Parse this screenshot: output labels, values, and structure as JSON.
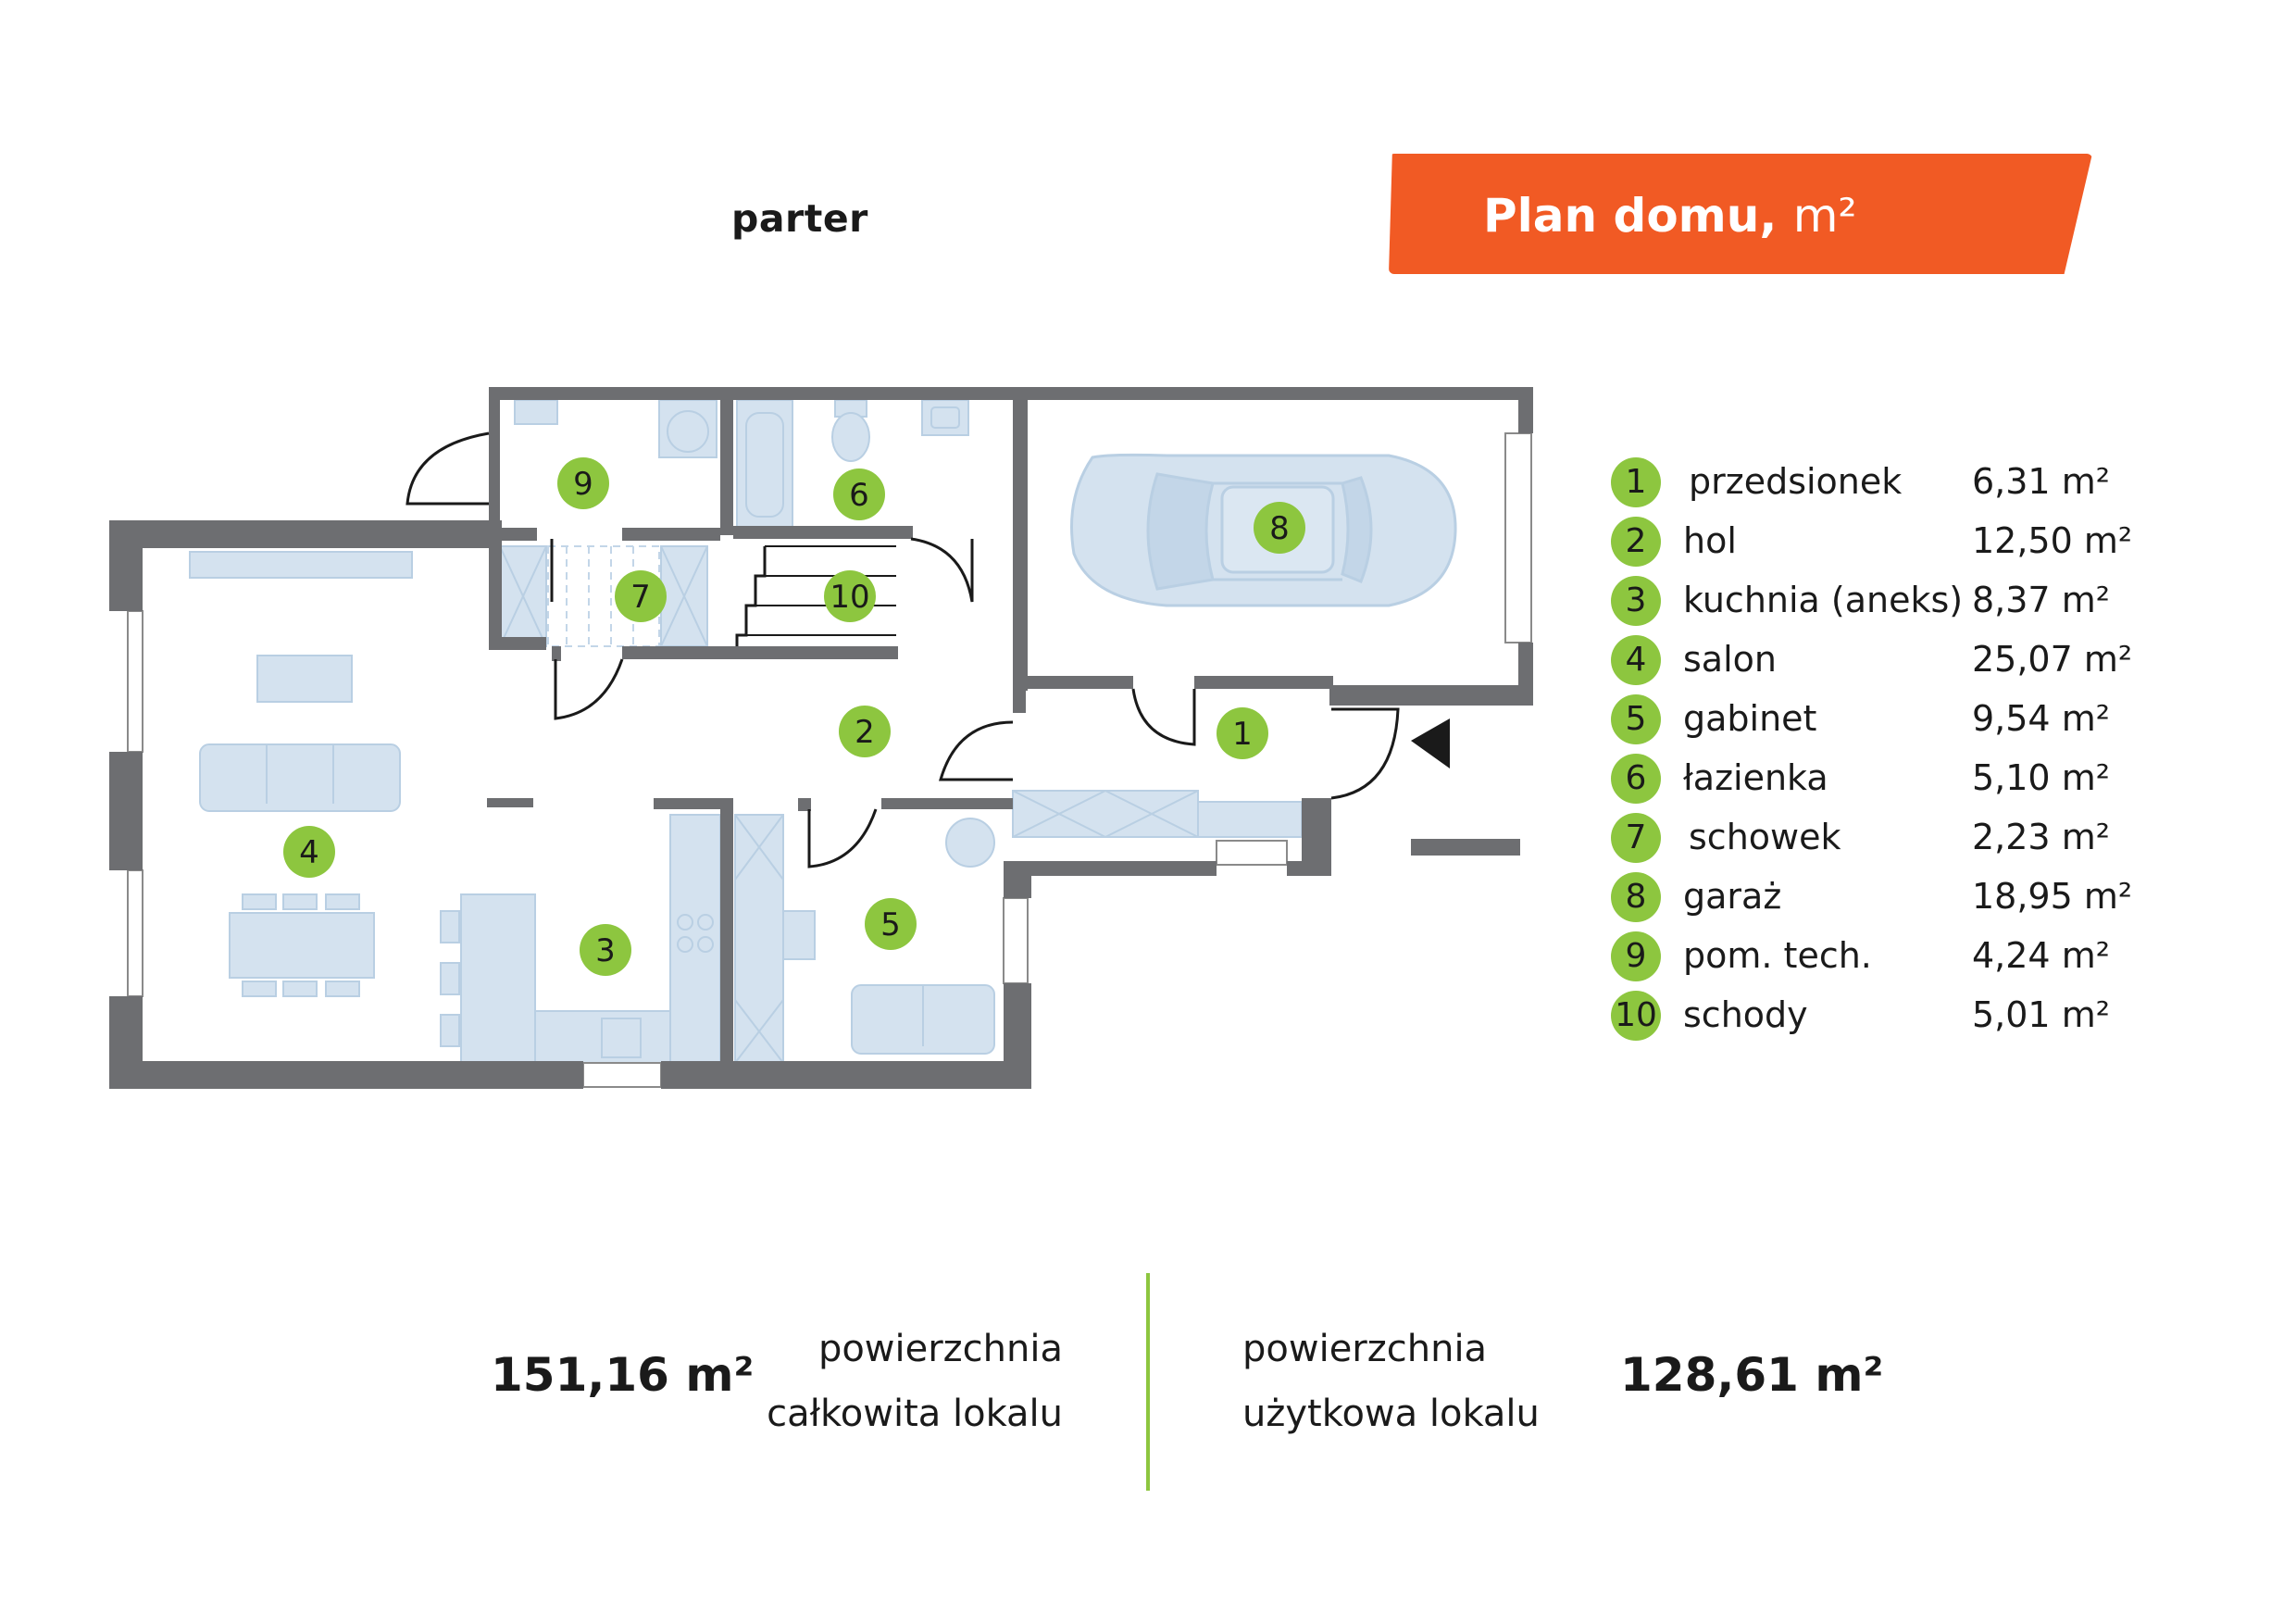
{
  "floor_label": "parter",
  "banner": {
    "title": "Plan domu,",
    "unit": "m²",
    "color": "#f15a24"
  },
  "accent_color": "#8dc63f",
  "plan": {
    "icons": [
      "car-icon",
      "sofa-icon",
      "dining-table-icon",
      "bathtub-icon",
      "toilet-icon",
      "washing-machine-icon",
      "entrance-arrow-icon"
    ],
    "room_numbers": [
      "1",
      "2",
      "3",
      "4",
      "5",
      "6",
      "7",
      "8",
      "9",
      "10"
    ]
  },
  "rooms": [
    {
      "num": "1",
      "name": "przedsionek",
      "area": "6,31 m²"
    },
    {
      "num": "2",
      "name": "hol",
      "area": "12,50 m²"
    },
    {
      "num": "3",
      "name": "kuchnia (aneks)",
      "area": "8,37 m²"
    },
    {
      "num": "4",
      "name": "salon",
      "area": "25,07 m²"
    },
    {
      "num": "5",
      "name": "gabinet",
      "area": "9,54 m²"
    },
    {
      "num": "6",
      "name": "łazienka",
      "area": "5,10 m²"
    },
    {
      "num": "7",
      "name": "schowek",
      "area": "2,23 m²"
    },
    {
      "num": "8",
      "name": "garaż",
      "area": "18,95 m²"
    },
    {
      "num": "9",
      "name": "pom. tech.",
      "area": "4,24 m²"
    },
    {
      "num": "10",
      "name": "schody",
      "area": "5,01 m²"
    }
  ],
  "summary": {
    "total_value": "151,16 m²",
    "total_label_1": "powierzchnia",
    "total_label_2": "całkowita lokalu",
    "usable_label_1": "powierzchnia",
    "usable_label_2": "użytkowa lokalu",
    "usable_value": "128,61 m²"
  }
}
